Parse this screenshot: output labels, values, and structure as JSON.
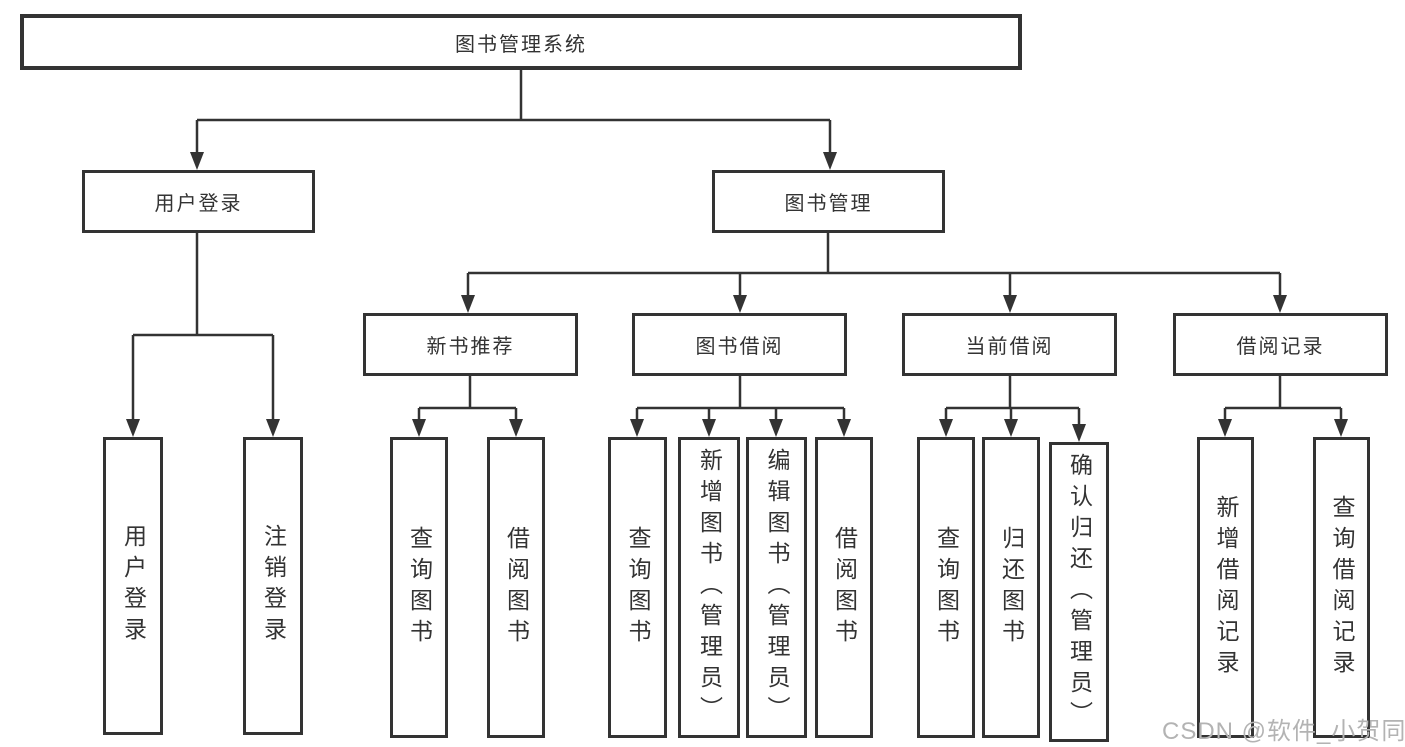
{
  "diagram": {
    "root": "图书管理系统",
    "level2": [
      "用户登录",
      "图书管理"
    ],
    "level3": [
      "新书推荐",
      "图书借阅",
      "当前借阅",
      "借阅记录"
    ],
    "leaves_user_login": [
      "用户登录",
      "注销登录"
    ],
    "leaves_new_books": [
      "查询图书",
      "借阅图书"
    ],
    "leaves_book_borrow": [
      "查询图书",
      "新增图书（管理员）",
      "编辑图书（管理员）",
      "借阅图书"
    ],
    "leaves_current_borrow": [
      "查询图书",
      "归还图书",
      "确认归还（管理员）"
    ],
    "leaves_borrow_records": [
      "新增借阅记录",
      "查询借阅记录"
    ]
  },
  "watermark": "CSDN @软件_小贺同学",
  "colors": {
    "line": "#333333",
    "box_border": "#333333",
    "text": "#333333",
    "watermark": "#b3b3b3",
    "background": "#ffffff"
  }
}
